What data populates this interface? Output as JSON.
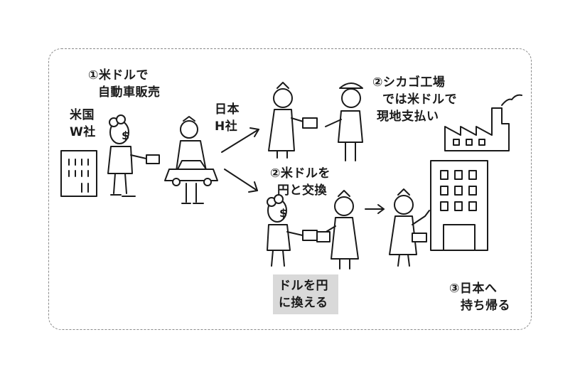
{
  "labels": {
    "step1": [
      "①米ドルで",
      "自動車販売"
    ],
    "us_company": [
      "米国",
      "W社"
    ],
    "jp_company": [
      "日本",
      "H社"
    ],
    "step2a": [
      "②シカゴ工場",
      "では米ドルで",
      "現地支払い"
    ],
    "step2b": [
      "②米ドルを",
      "円と交換"
    ],
    "exchange": [
      "ドルを円",
      "に換える"
    ],
    "step3": [
      "③日本へ",
      "持ち帰る"
    ]
  },
  "icons": [
    "us-building-icon",
    "us-man-icon",
    "jp-samurai-car-icon",
    "samurai-paying-icon",
    "worker-icon",
    "factory-icon",
    "us-man-exchange-icon",
    "samurai-exchange-icon",
    "samurai-returning-icon",
    "japan-building-icon",
    "arrow-icon"
  ],
  "colors": {
    "line": "#1a1a1a",
    "highlight": "#d9d9d9",
    "frame": "#8a8a8a"
  }
}
